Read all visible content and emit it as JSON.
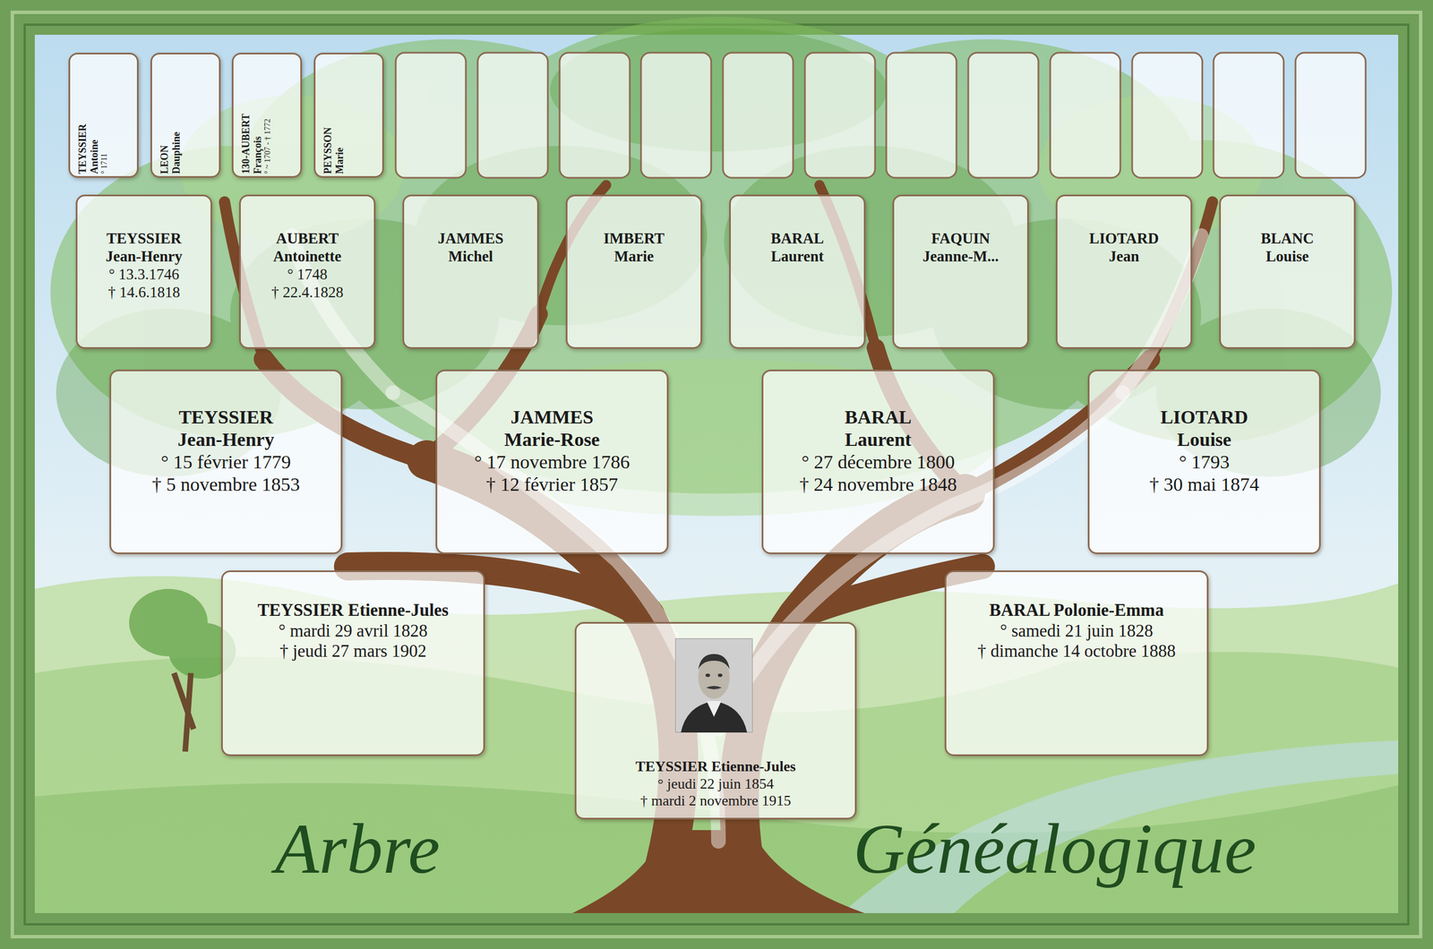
{
  "diagram": {
    "nodes": [
      {
        "text": [
          "TEYSSIER",
          "Antoine",
          "° 1711"
        ]
      },
      {
        "text": [
          "LEON",
          "Dauphine"
        ]
      },
      {
        "text": [
          "130-AUBERT",
          "François",
          "° ~ 1707 - † 1772"
        ]
      },
      {
        "text": [
          "PEYSSON",
          "Marie"
        ]
      },
      {
        "text": [
          "TEYSSIER",
          "Jean-Henry",
          "° 13.3.1746",
          "† 14.6.1818"
        ]
      },
      {
        "text": [
          "AUBERT",
          "Antoinette",
          "° 1748",
          "† 22.4.1828"
        ]
      },
      {
        "text": [
          "JAMMES",
          "Michel"
        ]
      },
      {
        "text": [
          "IMBERT",
          "Marie"
        ]
      },
      {
        "text": [
          "BARAL",
          "Laurent"
        ]
      },
      {
        "text": [
          "FAQUIN",
          "Jeanne-M..."
        ]
      },
      {
        "text": [
          "LIOTARD",
          "Jean"
        ]
      },
      {
        "text": [
          "BLANC",
          "Louise"
        ]
      },
      {
        "text": [
          "TEYSSIER",
          "Jean-Henry",
          "° 15 février 1779",
          "† 5 novembre 1853"
        ]
      },
      {
        "text": [
          "JAMMES",
          "Marie-Rose",
          "° 17 novembre 1786",
          "† 12 février 1857"
        ]
      },
      {
        "text": [
          "BARAL",
          "Laurent",
          "° 27 décembre 1800",
          "† 24 novembre 1848"
        ]
      },
      {
        "text": [
          "LIOTARD",
          "Louise",
          "° 1793",
          "† 30 mai 1874"
        ]
      },
      {
        "text": [
          "TEYSSIER Etienne-Jules",
          "° mardi 29 avril 1828",
          "† jeudi 27 mars 1902"
        ]
      },
      {
        "text": [
          "BARAL Polonie-Emma",
          "° samedi 21 juin 1828",
          "† dimanche 14 octobre 1888"
        ]
      },
      {
        "text": [
          "TEYSSIER Etienne-Jules",
          "° jeudi 22 juin 1854",
          "† mardi 2 novembre 1915"
        ]
      }
    ],
    "labels": [
      "Arbre",
      "Généalogique"
    ]
  }
}
